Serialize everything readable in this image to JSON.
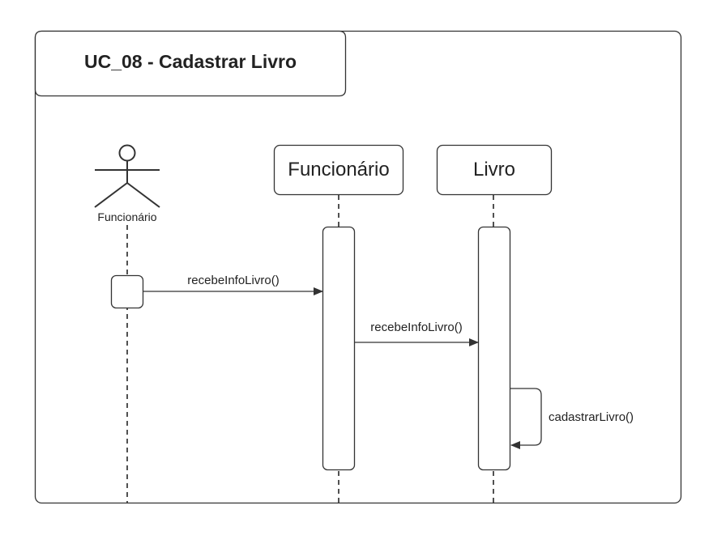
{
  "frame": {
    "title": "UC_08 - Cadastrar Livro"
  },
  "actor": {
    "label": "Funcionário"
  },
  "lifelines": {
    "funcionario": "Funcionário",
    "livro": "Livro"
  },
  "messages": {
    "m1": "recebeInfoLivro()",
    "m2": "recebeInfoLivro()",
    "m3": "cadastrarLivro()"
  },
  "colors": {
    "stroke": "#333333",
    "text": "#222222",
    "background": "#ffffff"
  }
}
